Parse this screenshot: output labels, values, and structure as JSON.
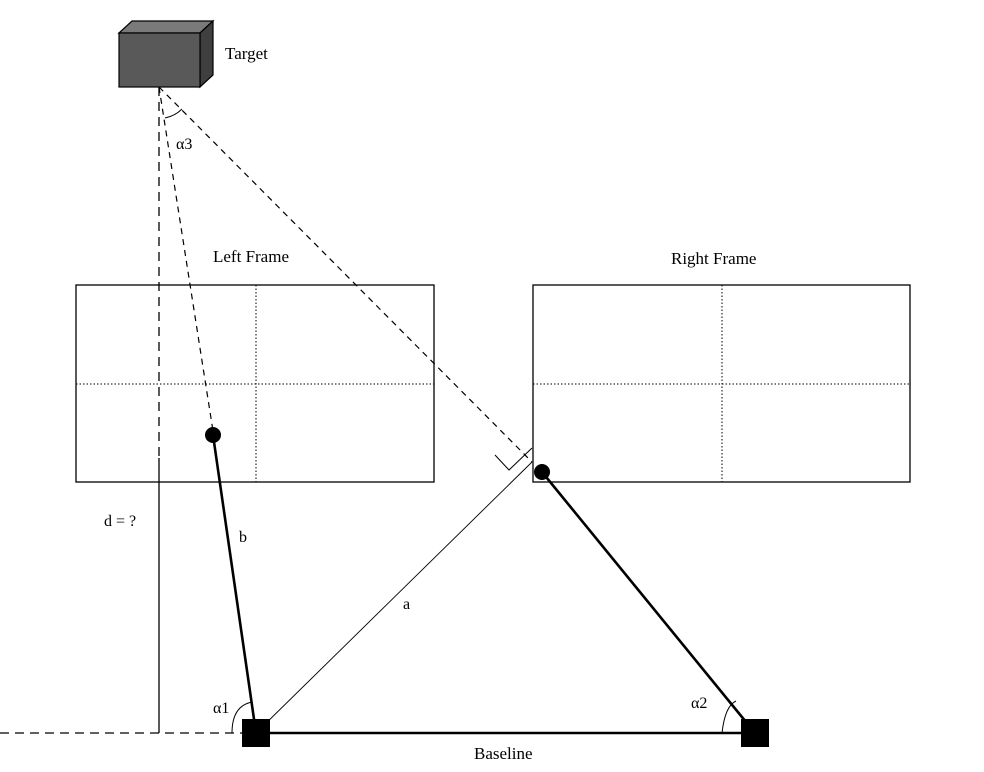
{
  "labels": {
    "target": "Target",
    "left_frame": "Left Frame",
    "right_frame": "Right Frame",
    "alpha3": "α3",
    "alpha1": "α1",
    "alpha2": "α2",
    "distance": "d = ?",
    "side_b": "b",
    "side_a": "a",
    "baseline": "Baseline"
  },
  "colors": {
    "ink": "#000000",
    "target_front": "#595959",
    "target_top": "#7a7a7a",
    "target_side": "#3f3f3f",
    "background": "#ffffff"
  }
}
